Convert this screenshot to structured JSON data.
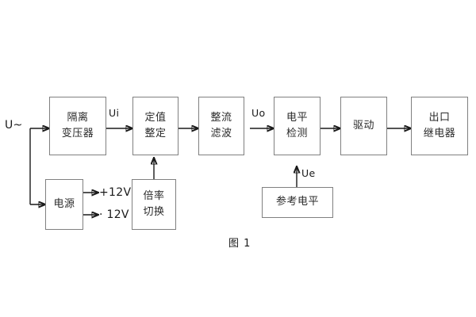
{
  "diagram": {
    "caption": "图 1",
    "input_label": "U~",
    "blocks": [
      {
        "id": "isolation-transformer",
        "lines": [
          "隔离",
          "变压器"
        ]
      },
      {
        "id": "setting-value",
        "lines": [
          "定值",
          "整定"
        ]
      },
      {
        "id": "rectify-filter",
        "lines": [
          "整流",
          "滤波"
        ]
      },
      {
        "id": "level-detect",
        "lines": [
          "电平",
          "检测"
        ]
      },
      {
        "id": "drive",
        "lines": [
          "驱动"
        ]
      },
      {
        "id": "output-relay",
        "lines": [
          "出口",
          "继电器"
        ]
      },
      {
        "id": "power-supply",
        "lines": [
          "电源"
        ]
      },
      {
        "id": "multiplier-switch",
        "lines": [
          "倍率",
          "切换"
        ]
      },
      {
        "id": "reference-level",
        "lines": [
          "参考电平"
        ]
      }
    ],
    "signal_labels": {
      "ui": "Ui",
      "uo": "Uo",
      "ue": "Ue"
    },
    "power_rails": {
      "positive": "+12V",
      "negative": "· 12V"
    },
    "colors": {
      "box_border": "#808080",
      "wire": "#1a1a1a",
      "text": "#2b2b2b",
      "background": "#ffffff"
    }
  }
}
